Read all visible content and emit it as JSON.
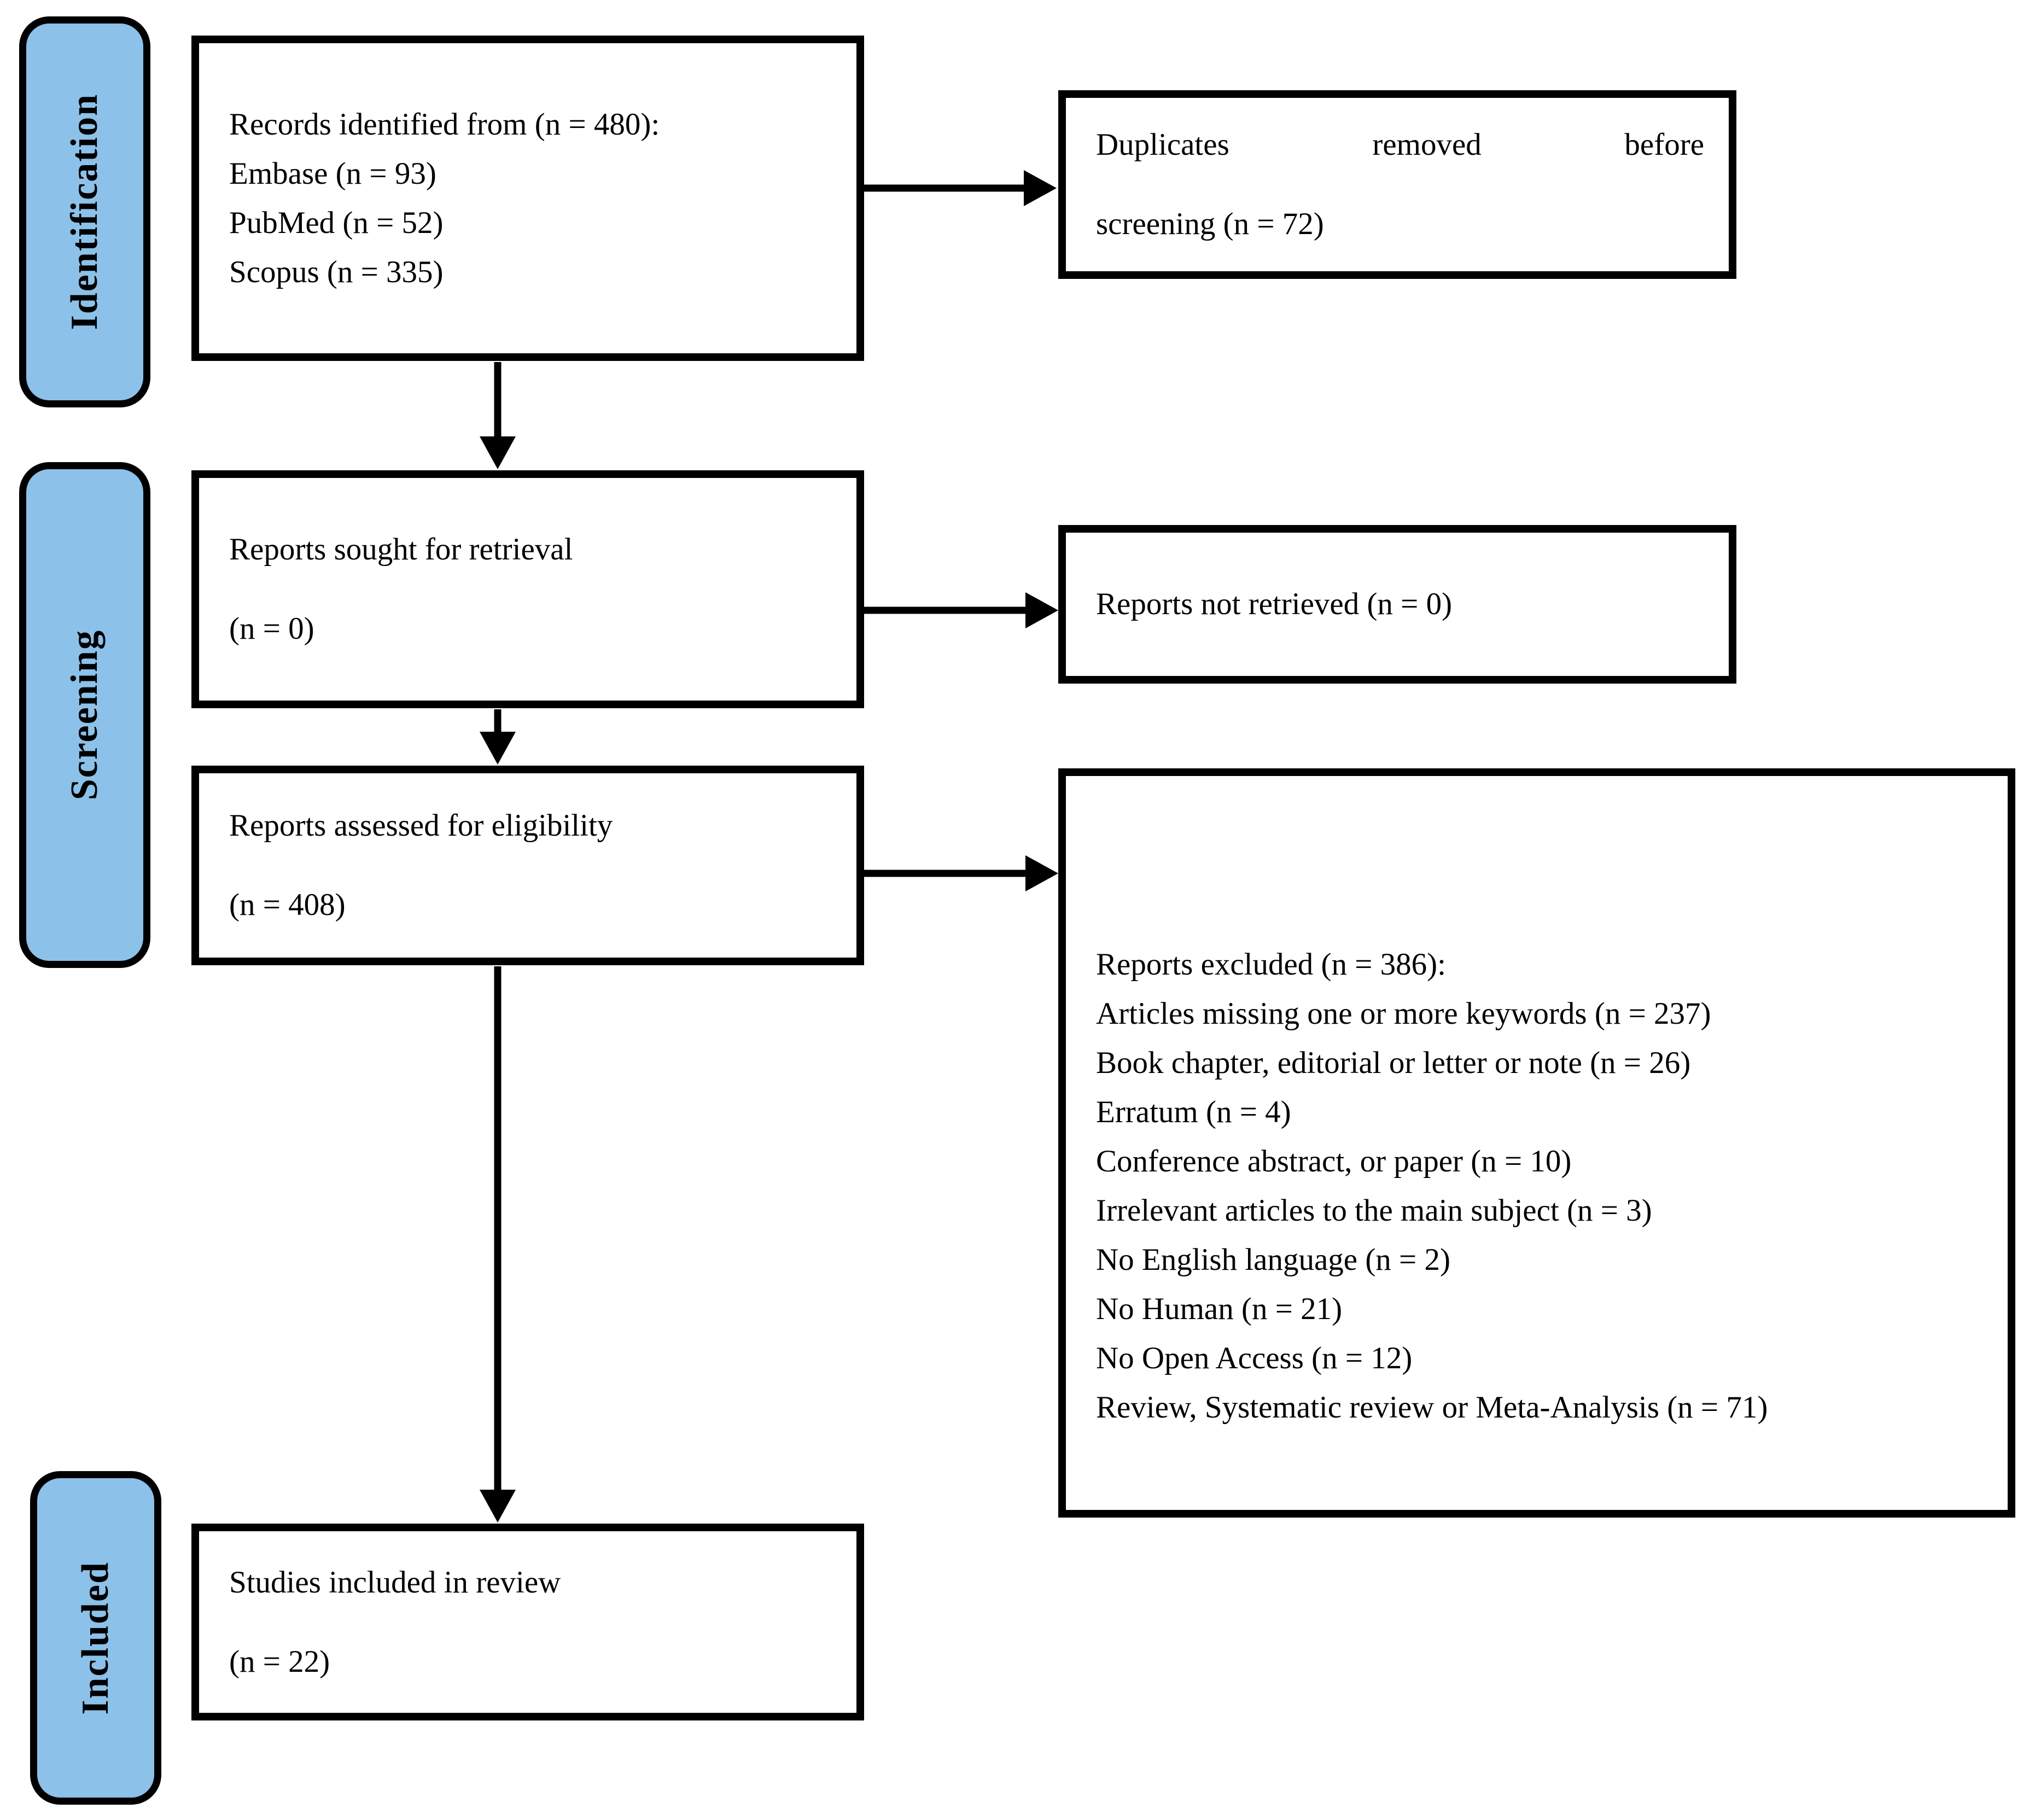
{
  "colors": {
    "stage_fill": "#8CC1E9",
    "border": "#000000",
    "box_bg": "#FFFFFF"
  },
  "stages": {
    "identification": {
      "label": "Identification"
    },
    "screening": {
      "label": "Screening"
    },
    "included": {
      "label": "Included"
    }
  },
  "boxes": {
    "records_identified": {
      "lines": [
        "Records identified from (n = 480):",
        "Embase (n = 93)",
        "PubMed (n = 52)",
        "Scopus (n = 335)"
      ]
    },
    "duplicates_removed": {
      "line1": "Duplicates removed before",
      "line2": "screening (n = 72)"
    },
    "reports_sought": {
      "line1": "Reports sought for retrieval",
      "line2": "(n = 0)"
    },
    "reports_not_retrieved": {
      "line1": "Reports not retrieved (n = 0)"
    },
    "reports_assessed": {
      "line1": "Reports assessed for eligibility",
      "line2": "(n = 408)"
    },
    "reports_excluded": {
      "heading": "Reports excluded (n = 386):",
      "items": [
        "Articles missing one or more keywords (n = 237)",
        "Book chapter, editorial or letter or note (n = 26)",
        "Erratum (n = 4)",
        "Conference abstract, or paper (n = 10)",
        "Irrelevant articles to the main subject (n = 3)",
        "No English language (n = 2)",
        "No Human (n = 21)",
        "No Open Access (n = 12)",
        "Review, Systematic review or Meta-Analysis (n = 71)"
      ]
    },
    "studies_included": {
      "line1": "Studies included in review",
      "line2": "(n = 22)"
    }
  }
}
